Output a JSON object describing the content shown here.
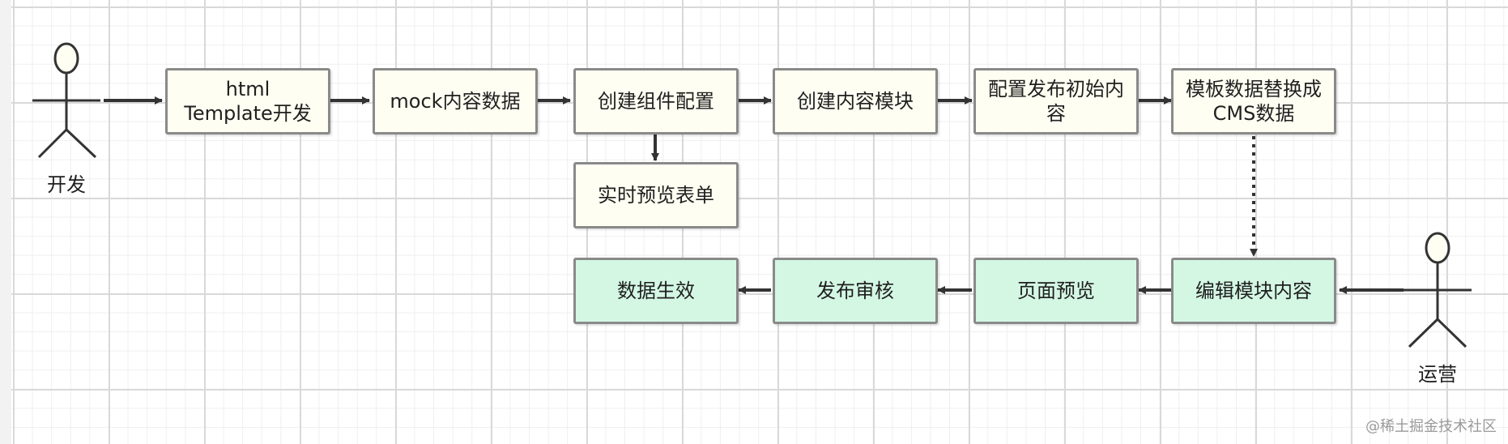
{
  "actors": {
    "developer": "开发",
    "operator": "运营"
  },
  "dev_flow": [
    "html Template开发",
    "mock内容数据",
    "创建组件配置",
    "创建内容模块",
    "配置发布初始内容",
    "模板数据替换成CMS数据"
  ],
  "preview_node": "实时预览表单",
  "ops_flow": [
    "编辑模块内容",
    "页面预览",
    "发布审核",
    "数据生效"
  ],
  "watermark": "@稀土掘金技术社区",
  "colors": {
    "dev_box": "#fefef2",
    "ops_box": "#d4f7e4",
    "border": "#8a8a8a",
    "arrow": "#333333"
  }
}
